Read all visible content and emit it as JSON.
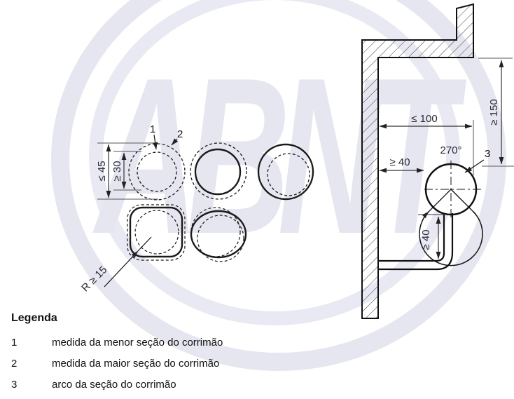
{
  "watermark": {
    "text": "ABNT"
  },
  "colors": {
    "line": "#1a1a1a",
    "dimension": "#2a2a36",
    "watermark": "#e6e6f0"
  },
  "sections": {
    "callout_1": "1",
    "callout_2": "2",
    "dim_max_section": "≤ 45",
    "dim_min_section": "≥ 30",
    "dim_corner_radius": "R ≥ 15"
  },
  "wall_detail": {
    "dim_wall_clearance_top": "≤ 100",
    "dim_free_space_above": "≥ 150",
    "dim_wall_clearance": "≥ 40",
    "dim_below_clearance": "≥ 40",
    "grip_arc_angle": "270°",
    "callout_3": "3"
  },
  "legend": {
    "title": "Legenda",
    "items": [
      {
        "num": "1",
        "label": "medida da menor seção do corrimão"
      },
      {
        "num": "2",
        "label": "medida da maior seção do corrimão"
      },
      {
        "num": "3",
        "label": "arco da seção do corrimão"
      }
    ]
  }
}
